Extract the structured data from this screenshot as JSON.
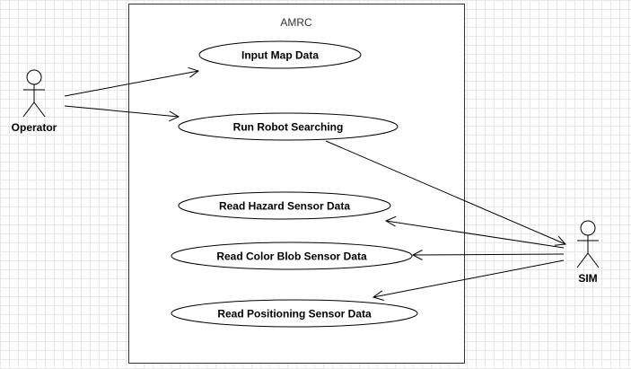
{
  "system": {
    "name": "AMRC"
  },
  "actors": {
    "operator": "Operator",
    "sim": "SIM"
  },
  "use_cases": {
    "input_map": "Input Map Data",
    "run_robot": "Run Robot Searching",
    "hazard": "Read Hazard Sensor Data",
    "color_blob": "Read Color Blob Sensor Data",
    "positioning": "Read Positioning Sensor Data"
  }
}
